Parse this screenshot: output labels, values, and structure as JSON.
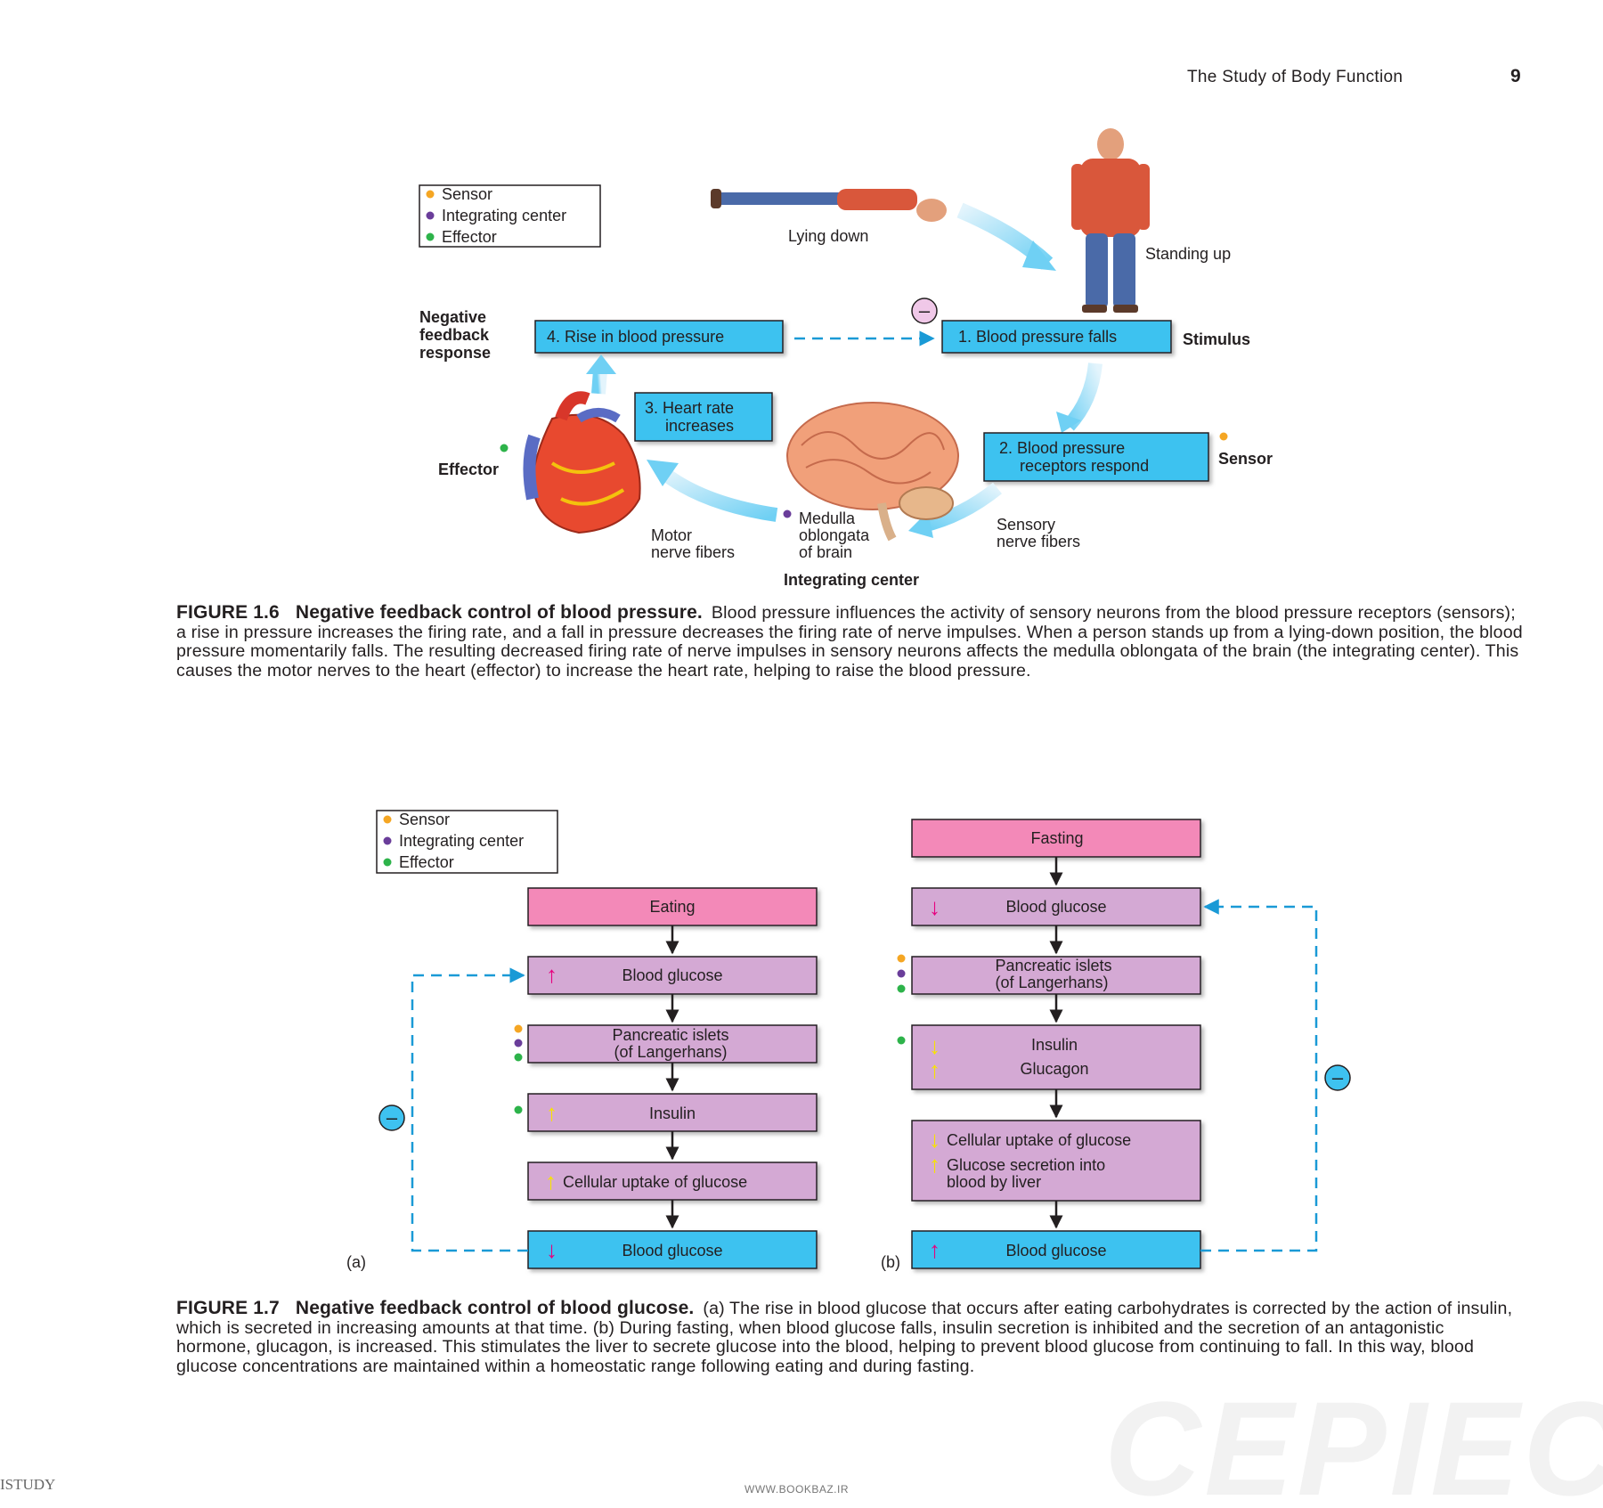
{
  "header": {
    "running_title": "The Study of Body Function",
    "page_number": "9"
  },
  "figure_1_6": {
    "legend": [
      "Sensor",
      "Integrating center",
      "Effector"
    ],
    "legend_colors": {
      "sensor": "#f5a623",
      "integrating": "#6a3d9a",
      "effector": "#2db34a"
    },
    "labels": {
      "lying_down": "Lying down",
      "standing_up": "Standing up",
      "neg_feedback_1": "Negative",
      "neg_feedback_2": "feedback",
      "neg_feedback_3": "response",
      "stimulus": "Stimulus",
      "sensor": "Sensor",
      "effector": "Effector",
      "integrating_center": "Integrating center",
      "motor_1": "Motor",
      "motor_2": "nerve fibers",
      "sensory_1": "Sensory",
      "sensory_2": "nerve fibers",
      "medulla_1": "Medulla",
      "medulla_2": "oblongata",
      "medulla_3": "of brain",
      "minus": "–"
    },
    "boxes": {
      "box4": "4. Rise in blood pressure",
      "box1": "1. Blood pressure falls",
      "box3_1": "3. Heart rate",
      "box3_2": "increases",
      "box2_1": "2. Blood pressure",
      "box2_2": "receptors respond"
    },
    "caption": {
      "number": "FIGURE 1.6",
      "title": "Negative feedback control of blood pressure.",
      "text": "Blood pressure influences the activity of sensory neurons from the blood pressure receptors (sensors); a rise in pressure increases the firing rate, and a fall in pressure decreases the firing rate of nerve impulses. When a person stands up from a lying-down position, the blood pressure momentarily falls. The resulting decreased firing rate of nerve impulses in sensory neurons affects the medulla oblongata of the brain (the integrating center). This causes the motor nerves to the heart (effector) to increase the heart rate, helping to raise the blood pressure."
    }
  },
  "figure_1_7": {
    "legend": [
      "Sensor",
      "Integrating center",
      "Effector"
    ],
    "panel_a": {
      "label": "(a)",
      "eating": "Eating",
      "blood_glucose_up": "Blood glucose",
      "islets_1": "Pancreatic islets",
      "islets_2": "(of Langerhans)",
      "insulin": "Insulin",
      "uptake": "Cellular uptake of glucose",
      "blood_glucose_down": "Blood glucose",
      "minus": "–"
    },
    "panel_b": {
      "label": "(b)",
      "fasting": "Fasting",
      "blood_glucose_down": "Blood glucose",
      "islets_1": "Pancreatic islets",
      "islets_2": "(of Langerhans)",
      "insulin": "Insulin",
      "glucagon": "Glucagon",
      "uptake": "Cellular uptake of glucose",
      "secretion_1": "Glucose secretion into",
      "secretion_2": "blood by liver",
      "blood_glucose_up": "Blood glucose",
      "minus": "–"
    },
    "glyphs": {
      "up": "↑",
      "down": "↓"
    },
    "colors": {
      "pink_box": "#f389b8",
      "lilac_box": "#d4a9d4",
      "blue_box": "#3ec2f0",
      "pink_arrow": "#e6007e",
      "yellow_arrow": "#f7e300",
      "feedback_line": "#1a9ad6"
    },
    "caption": {
      "number": "FIGURE 1.7",
      "title": "Negative feedback control of blood glucose.",
      "text_part_a": "(a) The rise in blood glucose that occurs after eating carbohydrates is corrected by the action of insulin, which is secreted in increasing amounts at that time. ",
      "text_part_b": "(b) During fasting, when blood glucose falls, insulin secretion is inhibited and the secretion of an antagonistic hormone, glucagon, is increased. This stimulates the liver to secrete glucose into the blood, helping to prevent blood glucose from continuing to fall. In this way, blood glucose concentrations are maintained within a homeostatic range following eating and during fasting."
    }
  },
  "footer": {
    "left": "ISTUDY",
    "center": "WWW.BOOKBAZ.IR",
    "watermark": "CEPIEC"
  }
}
